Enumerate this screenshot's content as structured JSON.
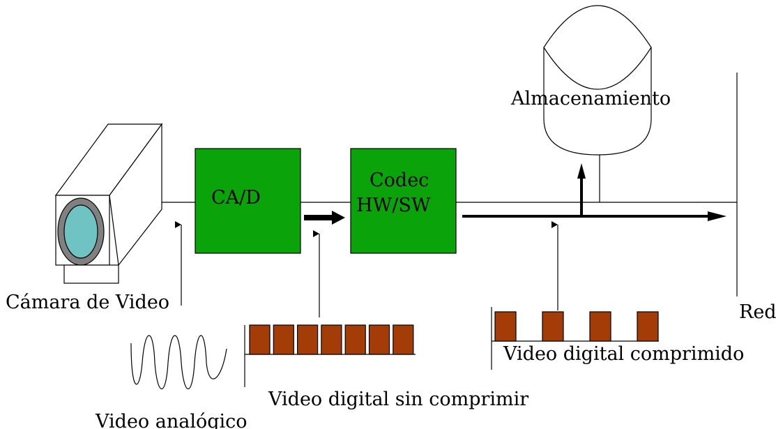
{
  "labels": {
    "camera": "Cámara de Video",
    "adc": "CA/D",
    "codec_line1": "Codec",
    "codec_line2": "HW/SW",
    "storage": "Almacenamiento",
    "network": "Red",
    "analog_video": "Video analógico",
    "digital_uncompressed": "Video digital sin comprimir",
    "digital_compressed": "Video digital comprimido"
  },
  "colors": {
    "block_fill": "#0aa30a",
    "pulse_fill": "#a43c08",
    "lens_outer": "#808080",
    "lens_inner": "#6fc3c3"
  },
  "signals": {
    "uncompressed_pulse_count": 7,
    "compressed_pulse_count": 4
  }
}
